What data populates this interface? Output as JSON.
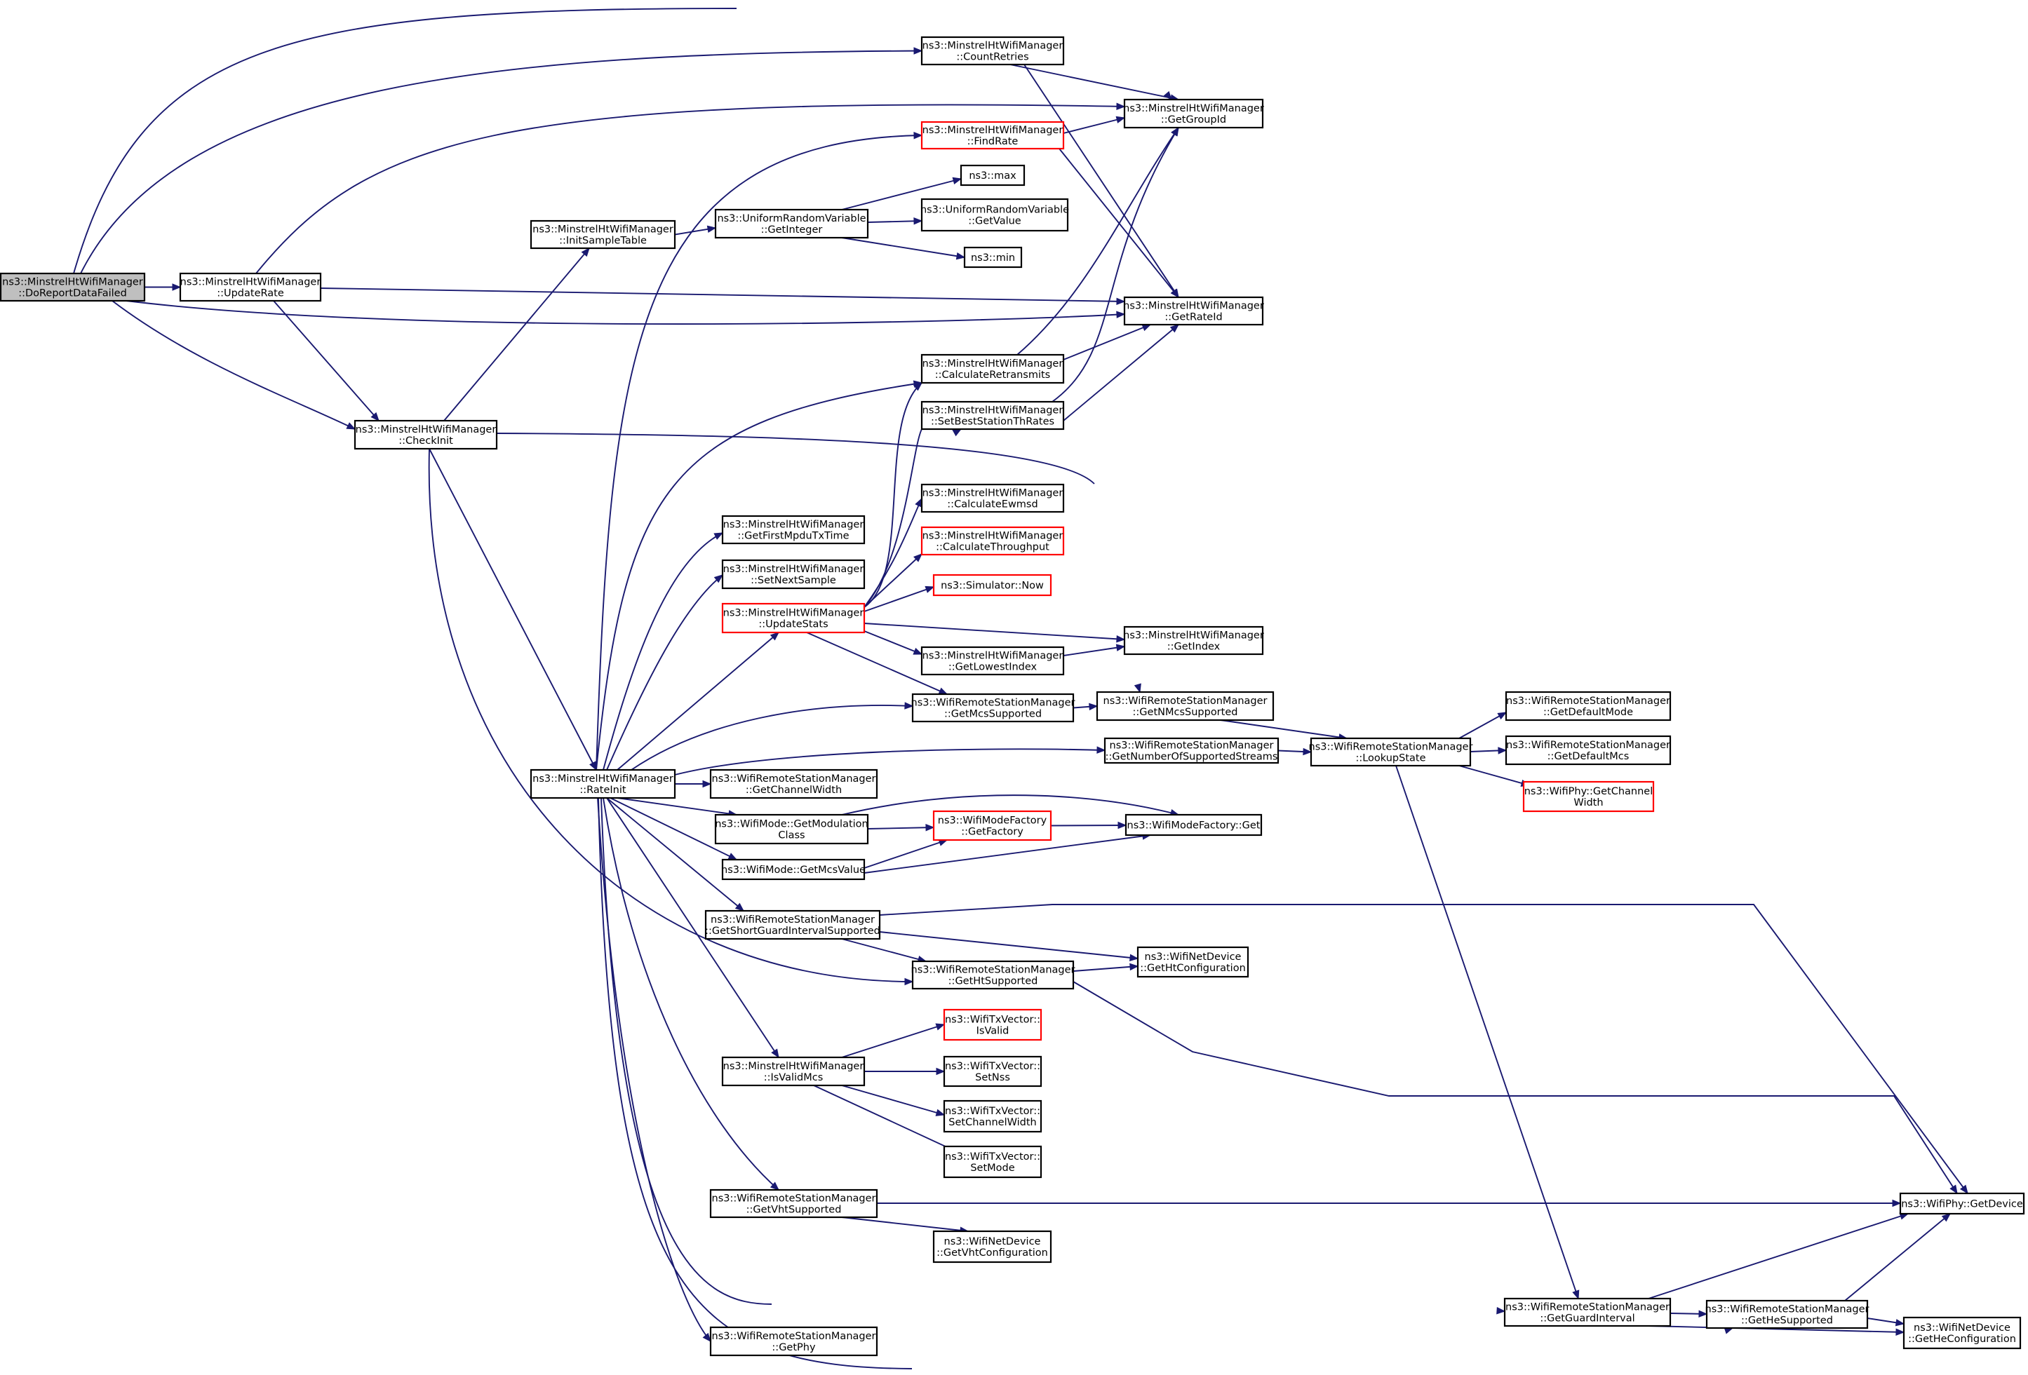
{
  "diagram": {
    "colors": {
      "edge": "#191970",
      "border": "#000000",
      "incomplete_border": "#ff0000",
      "root_fill": "#bfbfbf"
    },
    "nodes": [
      {
        "id": "doreport",
        "lines": [
          "ns3::MinstrelHtWifiManager",
          "::DoReportDataFailed"
        ],
        "root": true
      },
      {
        "id": "updaterate",
        "lines": [
          "ns3::MinstrelHtWifiManager",
          "::UpdateRate"
        ]
      },
      {
        "id": "checkinit",
        "lines": [
          "ns3::MinstrelHtWifiManager",
          "::CheckInit"
        ]
      },
      {
        "id": "initsample",
        "lines": [
          "ns3::MinstrelHtWifiManager",
          "::InitSampleTable"
        ]
      },
      {
        "id": "rateinit",
        "lines": [
          "ns3::MinstrelHtWifiManager",
          "::RateInit"
        ]
      },
      {
        "id": "getinteger",
        "lines": [
          "ns3::UniformRandomVariable",
          "::GetInteger"
        ]
      },
      {
        "id": "countretries",
        "lines": [
          "ns3::MinstrelHtWifiManager",
          "::CountRetries"
        ]
      },
      {
        "id": "findrate",
        "lines": [
          "ns3::MinstrelHtWifiManager",
          "::FindRate"
        ],
        "red": true
      },
      {
        "id": "max",
        "lines": [
          "ns3::max"
        ]
      },
      {
        "id": "getvalue",
        "lines": [
          "ns3::UniformRandomVariable",
          "::GetValue"
        ]
      },
      {
        "id": "min",
        "lines": [
          "ns3::min"
        ]
      },
      {
        "id": "calcretx",
        "lines": [
          "ns3::MinstrelHtWifiManager",
          "::CalculateRetransmits"
        ]
      },
      {
        "id": "setbest",
        "lines": [
          "ns3::MinstrelHtWifiManager",
          "::SetBestStationThRates"
        ]
      },
      {
        "id": "calcewmsd",
        "lines": [
          "ns3::MinstrelHtWifiManager",
          "::CalculateEwmsd"
        ]
      },
      {
        "id": "calcthr",
        "lines": [
          "ns3::MinstrelHtWifiManager",
          "::CalculateThroughput"
        ],
        "red": true
      },
      {
        "id": "simnow",
        "lines": [
          "ns3::Simulator::Now"
        ],
        "red": true
      },
      {
        "id": "getfirstmpdu",
        "lines": [
          "ns3::MinstrelHtWifiManager",
          "::GetFirstMpduTxTime"
        ]
      },
      {
        "id": "setnextsample",
        "lines": [
          "ns3::MinstrelHtWifiManager",
          "::SetNextSample"
        ]
      },
      {
        "id": "updatestats",
        "lines": [
          "ns3::MinstrelHtWifiManager",
          "::UpdateStats"
        ],
        "red": true
      },
      {
        "id": "getlowest",
        "lines": [
          "ns3::MinstrelHtWifiManager",
          "::GetLowestIndex"
        ]
      },
      {
        "id": "getgroupid",
        "lines": [
          "ns3::MinstrelHtWifiManager",
          "::GetGroupId"
        ]
      },
      {
        "id": "getrateid",
        "lines": [
          "ns3::MinstrelHtWifiManager",
          "::GetRateId"
        ]
      },
      {
        "id": "getindex",
        "lines": [
          "ns3::MinstrelHtWifiManager",
          "::GetIndex"
        ]
      },
      {
        "id": "getmcssup",
        "lines": [
          "ns3::WifiRemoteStationManager",
          "::GetMcsSupported"
        ]
      },
      {
        "id": "getnmcs",
        "lines": [
          "ns3::WifiRemoteStationManager",
          "::GetNMcsSupported"
        ]
      },
      {
        "id": "getnumstreams",
        "lines": [
          "ns3::WifiRemoteStationManager",
          "::GetNumberOfSupportedStreams"
        ]
      },
      {
        "id": "lookupstate",
        "lines": [
          "ns3::WifiRemoteStationManager",
          "::LookupState"
        ]
      },
      {
        "id": "getdefmode",
        "lines": [
          "ns3::WifiRemoteStationManager",
          "::GetDefaultMode"
        ]
      },
      {
        "id": "getdefmcs",
        "lines": [
          "ns3::WifiRemoteStationManager",
          "::GetDefaultMcs"
        ]
      },
      {
        "id": "getchwidthphy",
        "lines": [
          "ns3::WifiPhy::GetChannel",
          "Width"
        ],
        "red": true
      },
      {
        "id": "getchwidth",
        "lines": [
          "ns3::WifiRemoteStationManager",
          "::GetChannelWidth"
        ]
      },
      {
        "id": "getmodclass",
        "lines": [
          "ns3::WifiMode::GetModulation",
          "Class"
        ]
      },
      {
        "id": "getfactory",
        "lines": [
          "ns3::WifiModeFactory",
          "::GetFactory"
        ],
        "red": true
      },
      {
        "id": "wmfget",
        "lines": [
          "ns3::WifiModeFactory::Get"
        ]
      },
      {
        "id": "getmcsvalue",
        "lines": [
          "ns3::WifiMode::GetMcsValue"
        ]
      },
      {
        "id": "getsgi",
        "lines": [
          "ns3::WifiRemoteStationManager",
          "::GetShortGuardIntervalSupported"
        ]
      },
      {
        "id": "gethtsup",
        "lines": [
          "ns3::WifiRemoteStationManager",
          "::GetHtSupported"
        ]
      },
      {
        "id": "gethtconf",
        "lines": [
          "ns3::WifiNetDevice",
          "::GetHtConfiguration"
        ]
      },
      {
        "id": "isvalid",
        "lines": [
          "ns3::WifiTxVector::",
          "IsValid"
        ],
        "red": true
      },
      {
        "id": "isvalidmcs",
        "lines": [
          "ns3::MinstrelHtWifiManager",
          "::IsValidMcs"
        ]
      },
      {
        "id": "setnss",
        "lines": [
          "ns3::WifiTxVector::",
          "SetNss"
        ]
      },
      {
        "id": "setchwidth",
        "lines": [
          "ns3::WifiTxVector::",
          "SetChannelWidth"
        ]
      },
      {
        "id": "setmode",
        "lines": [
          "ns3::WifiTxVector::",
          "SetMode"
        ]
      },
      {
        "id": "getvhtsup",
        "lines": [
          "ns3::WifiRemoteStationManager",
          "::GetVhtSupported"
        ]
      },
      {
        "id": "getvhtconf",
        "lines": [
          "ns3::WifiNetDevice",
          "::GetVhtConfiguration"
        ]
      },
      {
        "id": "getdevice",
        "lines": [
          "ns3::WifiPhy::GetDevice"
        ]
      },
      {
        "id": "getgi",
        "lines": [
          "ns3::WifiRemoteStationManager",
          "::GetGuardInterval"
        ]
      },
      {
        "id": "gethesup",
        "lines": [
          "ns3::WifiRemoteStationManager",
          "::GetHeSupported"
        ]
      },
      {
        "id": "getheconf",
        "lines": [
          "ns3::WifiNetDevice",
          "::GetHeConfiguration"
        ]
      },
      {
        "id": "getphy",
        "lines": [
          "ns3::WifiRemoteStationManager",
          "::GetPhy"
        ]
      }
    ]
  }
}
